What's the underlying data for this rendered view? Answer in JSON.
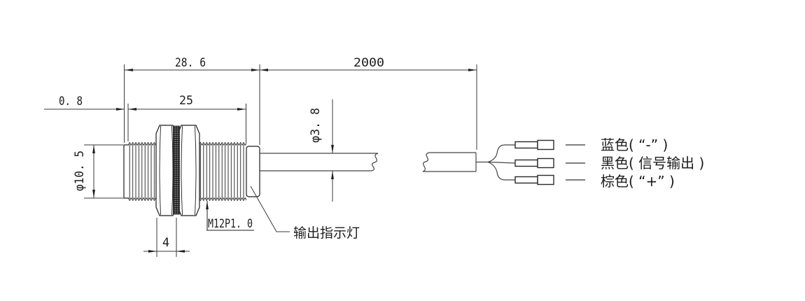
{
  "drawing": {
    "title": "M12 sensor dimension drawing",
    "dims": {
      "overall_length": "28. 6",
      "cable_length": "2000",
      "tip_length": "0. 8",
      "thread_length": "25",
      "body_diameter": "φ10. 5",
      "cable_diameter": "φ3. 8",
      "nut_thickness": "4"
    },
    "labels": {
      "thread_spec": "M12P1. 0",
      "indicator_light": "输出指示灯"
    },
    "wire_legend": [
      {
        "name": "blue-wire",
        "label": "蓝色( “-” )"
      },
      {
        "name": "black-wire",
        "label": "黑色( 信号输出 )"
      },
      {
        "name": "brown-wire",
        "label": "棕色( “+” )"
      }
    ],
    "colors": {
      "outline": "#1c1c1c",
      "dimension_line": "#3a3a3a",
      "wire_line": "#555555",
      "background": "#ffffff"
    }
  }
}
